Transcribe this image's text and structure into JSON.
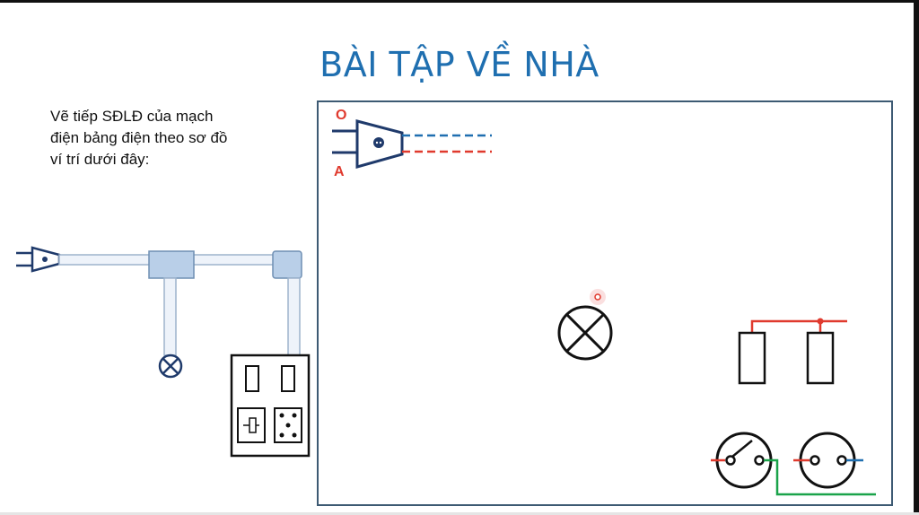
{
  "title": "BÀI TẬP VỀ NHÀ",
  "instruction": {
    "line1": "Vẽ tiếp SĐLĐ của mạch",
    "line2": "điện bảng điện theo sơ đồ",
    "line3": "ví trí dưới đây:"
  },
  "wire_labels": {
    "neutral": "O",
    "phase": "A"
  },
  "colors": {
    "title": "#1f6fb0",
    "neutral_wire": "#1f6fb0",
    "phase_wire": "#e03a2e",
    "ground_wire": "#1aa34a",
    "conduit": "#b9cfe8",
    "plug": "#1f3a6b"
  }
}
